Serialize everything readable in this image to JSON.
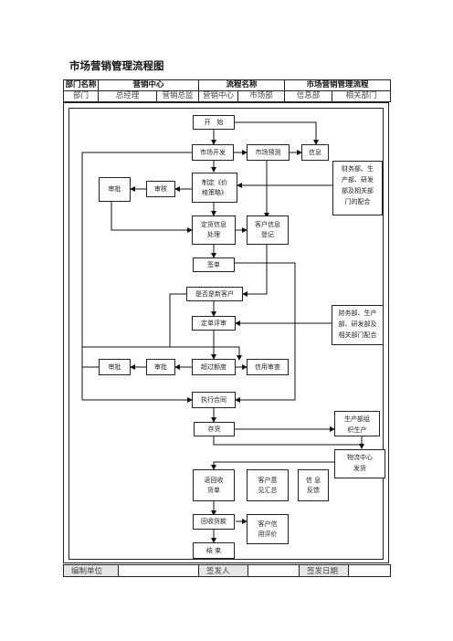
{
  "title": "市场营销管理流程图",
  "header": {
    "dept_label": "部门名称",
    "dept_value": "营销中心",
    "process_label": "流程名称",
    "process_value": "市场营销管理流程",
    "columns": [
      "部门",
      "总经理",
      "营销总监",
      "营销中心",
      "市场部",
      "信息部",
      "相关部门"
    ]
  },
  "nodes": {
    "start": "开　始",
    "market_dev": "市场开发",
    "market_forecast": "市场预测",
    "info": "信息",
    "pricing_l1": "制定《价",
    "pricing_l2": "格策略》",
    "review": "审核",
    "approve_top": "审批",
    "quote_l1": "定货信息",
    "quote_l2": "处理",
    "cust_reg_l1": "客户信息",
    "cust_reg_l2": "登记",
    "sign": "签单",
    "is_new": "是否是新客户",
    "order_review": "定单评审",
    "over_limit": "超过额度",
    "credit_check": "信用审查",
    "approve_mid_2": "审批",
    "approve_mid_1": "审批",
    "execute": "执行合同",
    "stock": "存货",
    "return_l1": "返回收",
    "return_l2": "货单",
    "feedback_l1": "客户意",
    "feedback_l2": "见汇总",
    "info_fb_l1": "信 息",
    "info_fb_l2": "反馈",
    "collect": "回收货款",
    "credit_eval_l1": "客户信",
    "credit_eval_l2": "用评价",
    "end": "结 束"
  },
  "notes": {
    "finance_top": [
      "财务部、生",
      "产部、研发",
      "部及相关部",
      "门的配合"
    ],
    "finance_mid": [
      "财务部、生产",
      "部、研发部及",
      "相关部门配合"
    ],
    "production": [
      "生产部组",
      "织生产"
    ],
    "logistics": [
      "物流中心",
      "发货"
    ]
  },
  "footer": {
    "unit": "编制单位",
    "issuer": "签发人",
    "date": "签发日期"
  }
}
